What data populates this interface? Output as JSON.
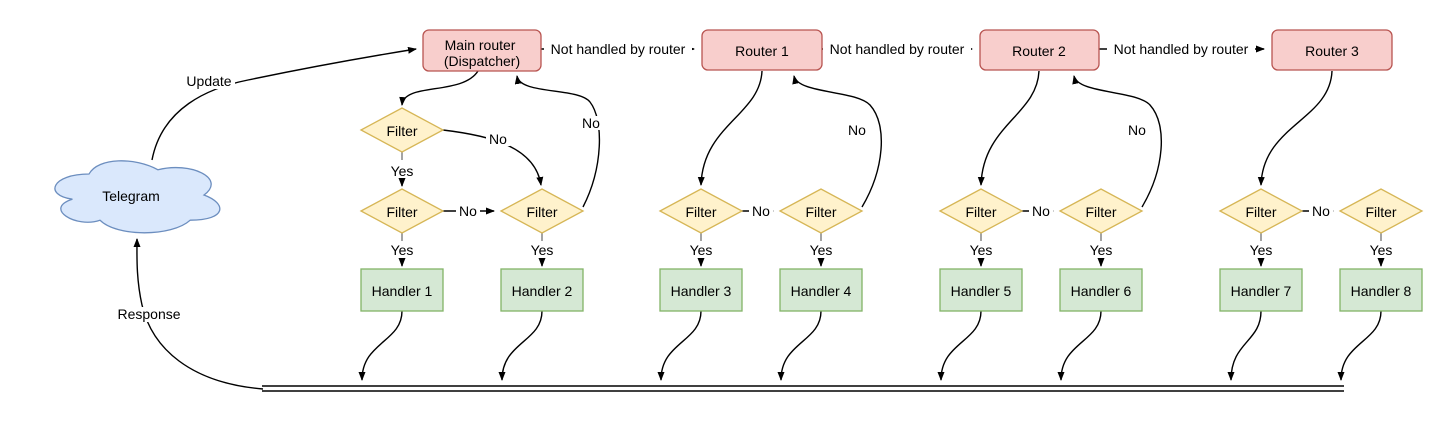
{
  "diagram": {
    "cloud": {
      "label": "Telegram"
    },
    "main_router": {
      "line1": "Main router",
      "line2": "(Dispatcher)"
    },
    "routers": [
      "Router 1",
      "Router 2",
      "Router 3"
    ],
    "handlers": [
      "Handler 1",
      "Handler 2",
      "Handler 3",
      "Handler 4",
      "Handler 5",
      "Handler 6",
      "Handler 7",
      "Handler 8"
    ],
    "filter_label": "Filter",
    "edge_labels": {
      "update": "Update",
      "response": "Response",
      "not_handled": "Not handled by router",
      "yes": "Yes",
      "no": "No"
    },
    "colors": {
      "router_fill": "#f8cecc",
      "router_stroke": "#b85450",
      "filter_fill": "#fff2cc",
      "filter_stroke": "#d6b656",
      "handler_fill": "#d5e8d4",
      "handler_stroke": "#82b366",
      "cloud_fill": "#dae8fc",
      "cloud_stroke": "#6c8ebf",
      "edge": "#000000"
    }
  }
}
